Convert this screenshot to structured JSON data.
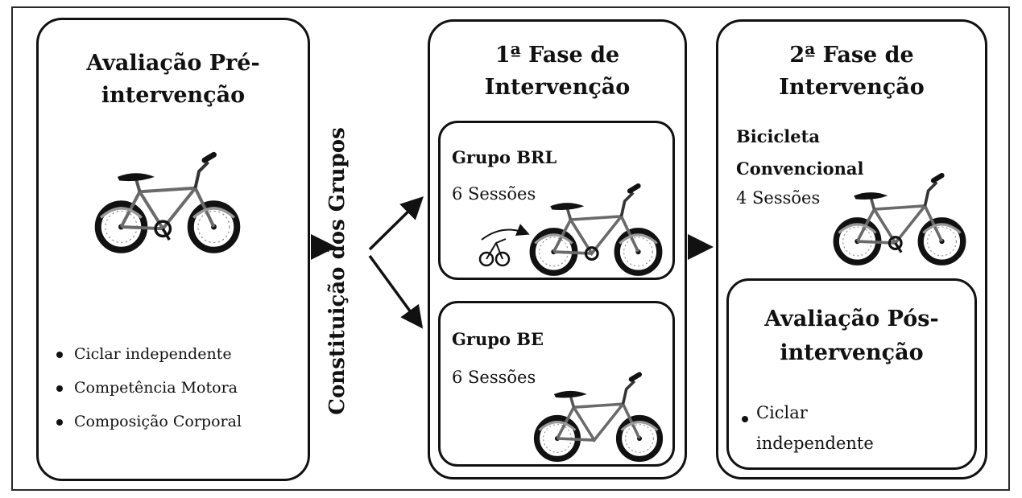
{
  "pre": {
    "title_line1": "Avaliação Pré-",
    "title_line2": "intervenção",
    "bullets": [
      "Ciclar independente",
      "Competência Motora",
      "Composição Corporal"
    ]
  },
  "groups_label": "Constituição dos Grupos",
  "phase1": {
    "title_line1": "1ª Fase de",
    "title_line2": "Intervenção",
    "group_brl": {
      "name": "Grupo BRL",
      "sessions": "6 Sessões"
    },
    "group_be": {
      "name": "Grupo BE",
      "sessions": "6 Sessões"
    }
  },
  "phase2": {
    "title_line1": "2ª Fase de",
    "title_line2": "Intervenção",
    "bike_line1": "Bicicleta",
    "bike_line2": "Convencional",
    "sessions": "4 Sessões",
    "post": {
      "title_line1": "Avaliação Pós-",
      "title_line2": "intervenção",
      "bullet_line1": "Ciclar",
      "bullet_line2": "independente"
    }
  },
  "icons": [
    "bicycle-icon",
    "training-wheels-icon",
    "balance-bike-icon",
    "arrow-icon"
  ]
}
